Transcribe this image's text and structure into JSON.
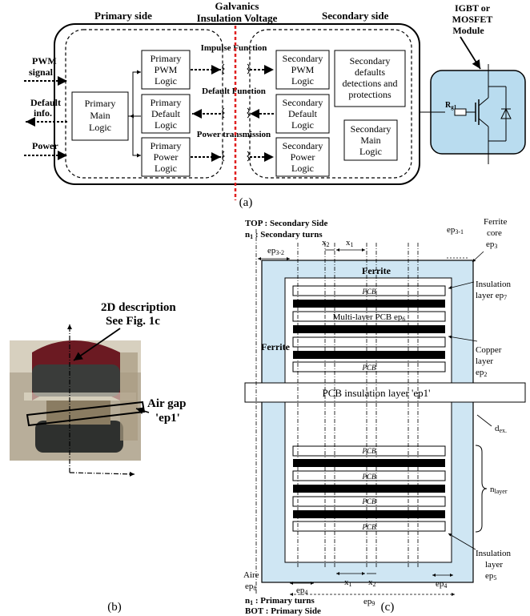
{
  "panel_a": {
    "caption": "(a)",
    "primary_side": "Primary side",
    "galvanics_1": "Galvanics",
    "galvanics_2": "Insulation Voltage",
    "secondary_side": "Secondary side",
    "module_1": "IGBT or",
    "module_2": "MOSFET",
    "module_3": "Module",
    "pwm_1": "PWM",
    "pwm_2": "signal",
    "default_1": "Default",
    "default_2": "info.",
    "power": "Power",
    "primary_main_1": "Primary",
    "primary_main_2": "Main",
    "primary_main_3": "Logic",
    "p_pwm_1": "Primary",
    "p_pwm_2": "PWM",
    "p_pwm_3": "Logic",
    "p_def_1": "Primary",
    "p_def_2": "Default",
    "p_def_3": "Logic",
    "p_pow_1": "Primary",
    "p_pow_2": "Power",
    "p_pow_3": "Logic",
    "impulse": "Impulse Function",
    "default_fn": "Default Function",
    "power_tx": "Power transmission",
    "s_pwm_1": "Secondary",
    "s_pwm_2": "PWM",
    "s_pwm_3": "Logic",
    "s_def_1": "Secondary",
    "s_def_2": "Default",
    "s_def_3": "Logic",
    "s_pow_1": "Secondary",
    "s_pow_2": "Power",
    "s_pow_3": "Logic",
    "s_detect_1": "Secondary",
    "s_detect_2": "defaults",
    "s_detect_3": "detections and",
    "s_detect_4": "protections",
    "s_main_1": "Secondary",
    "s_main_2": "Main",
    "s_main_3": "Logic",
    "rg": "R",
    "rg_sub": "g1"
  },
  "panel_b": {
    "caption": "(b)",
    "desc_1": "2D description",
    "desc_2": "See Fig. 1c",
    "gap_1": "Air gap",
    "gap_2": "'ep1'"
  },
  "panel_c": {
    "caption": "(c)",
    "top_1": "TOP : Secondary Side",
    "top_2": "n",
    "top_2_sub": "1",
    "top_2_rest": " : Secondary turns",
    "ep32": "ep",
    "ep32_sub": "3-2",
    "x2": "x",
    "x2_sub": "2",
    "x1": "x",
    "x1_sub": "1",
    "ep31": "ep",
    "ep31_sub": "3-1",
    "ferrite_core_1": "Ferrite",
    "ferrite_core_2": "core",
    "ferrite_core_3": "ep",
    "ferrite_core_3_sub": "3",
    "ferrite_top": "Ferrite",
    "ferrite_left": "Ferrite",
    "insul_top_1": "Insulation",
    "insul_top_2": "layer ep",
    "insul_top_2_sub": "7",
    "pcb": "PCB",
    "multilayer": "Multi-layer PCB  ep",
    "multilayer_sub": "6",
    "copper_1": "Copper",
    "copper_2": "layer",
    "copper_3": "ep",
    "copper_3_sub": "2",
    "pcb_insulation": "PCB insulation layer 'ep1'",
    "dex": "d",
    "dex_sub": "ex.",
    "nlayer": "n",
    "nlayer_sub": "layer",
    "insul_bot_1": "Insulation",
    "insul_bot_2": "layer",
    "insul_bot_3": "ep",
    "insul_bot_3_sub": "5",
    "aire_1": "Aire",
    "aire_2": "ep",
    "aire_2_sub": "8",
    "ep4": "ep",
    "ep4_sub": "4",
    "ep9": "ep",
    "ep9_sub": "9",
    "bot_1": "n",
    "bot_1_sub": "1",
    "bot_1_rest": " : Primary turns",
    "bot_2": "BOT : Primary Side"
  },
  "colors": {
    "ferrite_fill": "#cfe6f3",
    "module_fill": "#b9dcef",
    "insulation_line": "#e02020"
  }
}
